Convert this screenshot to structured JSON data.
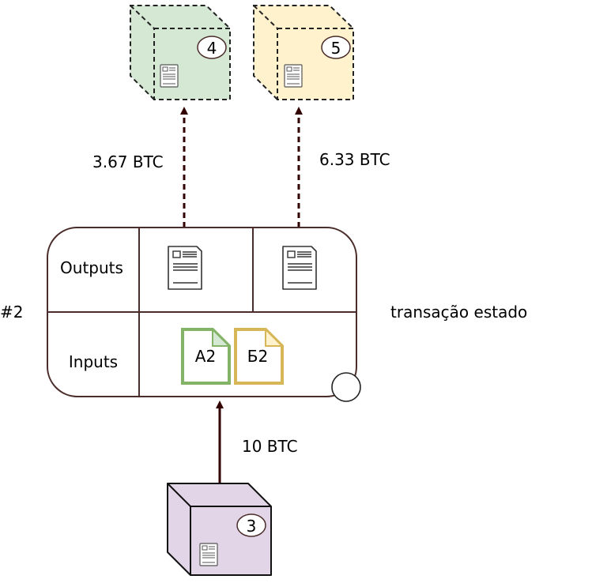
{
  "diagram": {
    "title_label": "transação estado",
    "tx_id": "#2",
    "rows": {
      "outputs_label": "Outputs",
      "inputs_label": "Inputs"
    },
    "inputs": [
      {
        "label": "A2",
        "color": "#82b366",
        "fill": "#d5e8d4"
      },
      {
        "label": "Б2",
        "color": "#d6b656",
        "fill": "#fff2cc"
      }
    ],
    "boxes": [
      {
        "id": "4",
        "fill": "#d5e8d4",
        "style": "dashed"
      },
      {
        "id": "5",
        "fill": "#fff2cc",
        "style": "dashed"
      },
      {
        "id": "3",
        "fill": "#e1d5e7",
        "style": "solid"
      }
    ],
    "edges": [
      {
        "label": "3.67 BTC",
        "from": "output-1",
        "to": "box-4",
        "style": "dashed"
      },
      {
        "label": "6.33 BTC",
        "from": "output-2",
        "to": "box-5",
        "style": "dashed"
      },
      {
        "label": "10 BTC",
        "from": "box-3",
        "to": "inputs",
        "style": "solid"
      }
    ],
    "colors": {
      "edge": "#330000",
      "border": "#4a2c2a"
    }
  }
}
